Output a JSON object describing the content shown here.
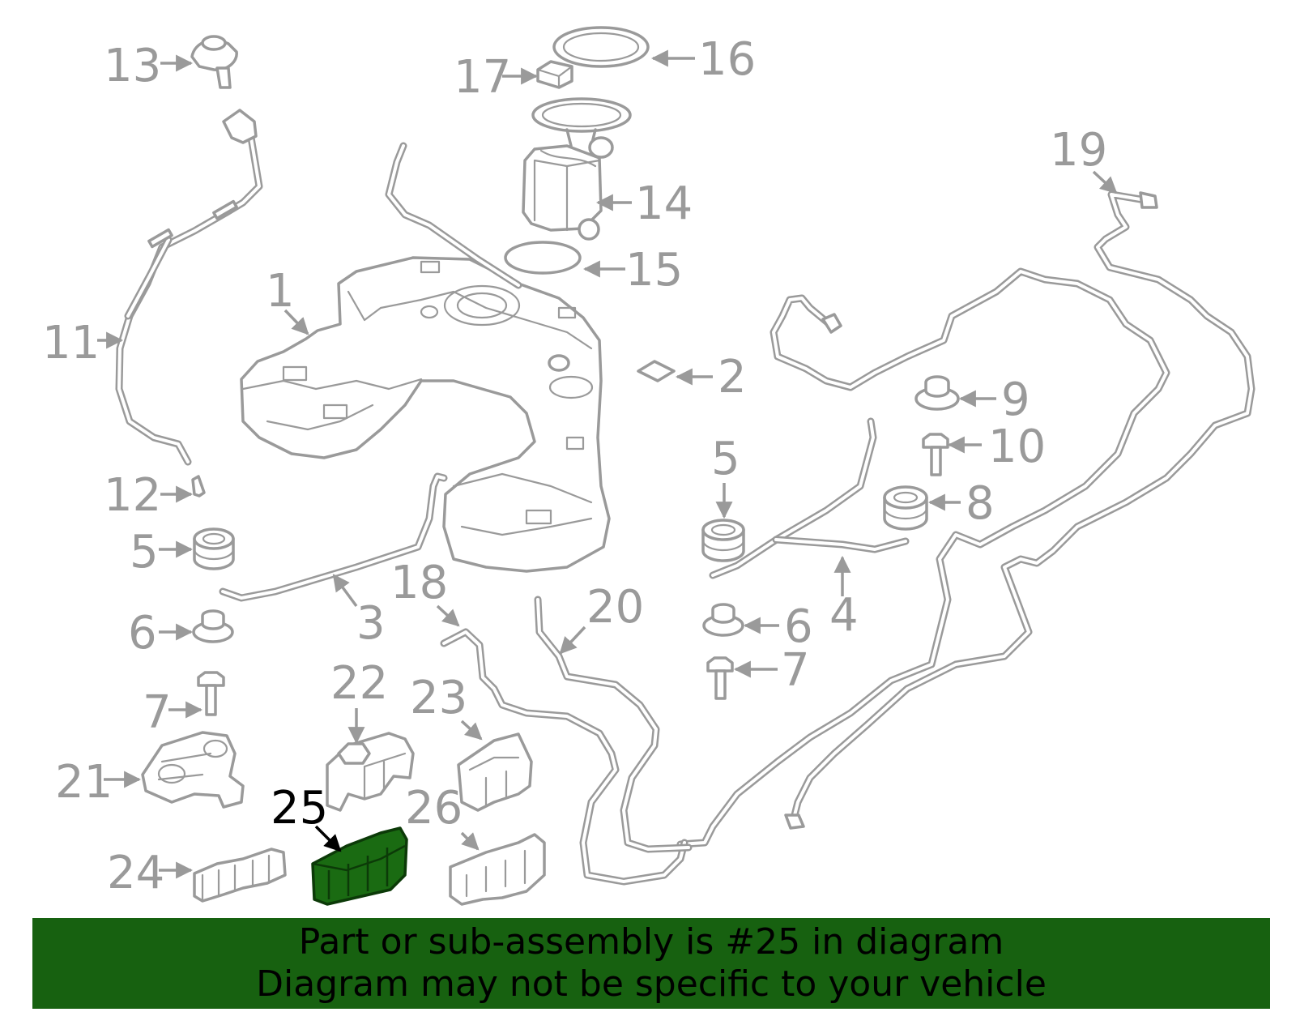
{
  "callouts": {
    "n1": "1",
    "n2": "2",
    "n3": "3",
    "n4": "4",
    "n5a": "5",
    "n5b": "5",
    "n6a": "6",
    "n6b": "6",
    "n7a": "7",
    "n7b": "7",
    "n8": "8",
    "n9": "9",
    "n10": "10",
    "n11": "11",
    "n12": "12",
    "n13": "13",
    "n14": "14",
    "n15": "15",
    "n16": "16",
    "n17": "17",
    "n18": "18",
    "n19": "19",
    "n20": "20",
    "n21": "21",
    "n22": "22",
    "n23": "23",
    "n24": "24",
    "n25": "25",
    "n26": "26"
  },
  "highlight": {
    "part": "25",
    "color": "#1a6b12"
  },
  "banner": {
    "line1": "Part or sub-assembly is #25 in diagram",
    "line2": "Diagram may not be specific to your vehicle",
    "background": "#176110"
  }
}
